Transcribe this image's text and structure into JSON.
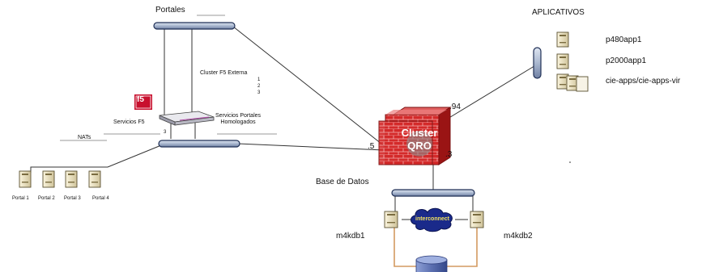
{
  "labels": {
    "portales": "Portales",
    "aplicativos": "APLICATIVOS",
    "cluster_f5": "Cluster F5 Externa",
    "cluster_f5_digits": [
      "1",
      "2",
      "3"
    ],
    "servicios_f5": "Servicios F5",
    "servicios_portales_line1": "Servicios Portales",
    "servicios_portales_line2": "Homologados",
    "nats": "NATs",
    "nat_digit": "3",
    "base_de_datos": "Base de Datos",
    "dot_94": ".94",
    "dot_5": ".5",
    "dot_3": ".3",
    "cluster_line1": "Cluster",
    "cluster_line2": "QRO",
    "interconnect": "interconnect",
    "f5_logo": "f5",
    "stray_dot": "."
  },
  "apps": [
    "p480app1",
    "p2000app1",
    "cie-apps/cie-apps-vir"
  ],
  "portals": [
    "Portal 1",
    "Portal 2",
    "Portal 3",
    "Portal 4"
  ],
  "db_nodes": [
    "m4kdb1",
    "m4kdb2"
  ],
  "colors": {
    "switch_fill": "#aab8d0",
    "switch_stroke": "#1f2f55",
    "firewall_red": "#d42a2a",
    "firewall_dark": "#9a1414",
    "server_fill": "#efe6c4",
    "server_stroke": "#5a5030",
    "cloud_fill": "#1a2a8a",
    "db_fill": "#5b6fb0",
    "db_link": "#d49a60",
    "f5_red": "#c8102e"
  }
}
